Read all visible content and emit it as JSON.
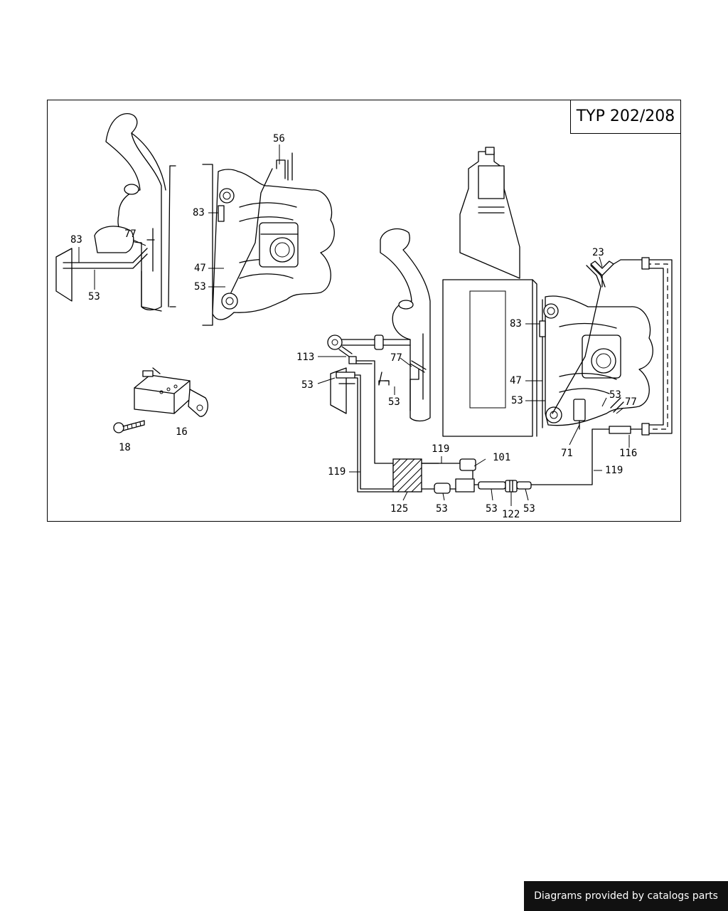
{
  "diagram": {
    "type_label": "TYP 202/208",
    "callouts": [
      "56",
      "83",
      "77",
      "83",
      "53",
      "47",
      "53",
      "16",
      "18",
      "23",
      "83",
      "113",
      "77",
      "53",
      "53",
      "47",
      "53",
      "53",
      "77",
      "71",
      "116",
      "119",
      "119",
      "101",
      "119",
      "125",
      "53",
      "53",
      "122",
      "53"
    ]
  },
  "footer": {
    "credit": "Diagrams provided by catalogs parts"
  }
}
